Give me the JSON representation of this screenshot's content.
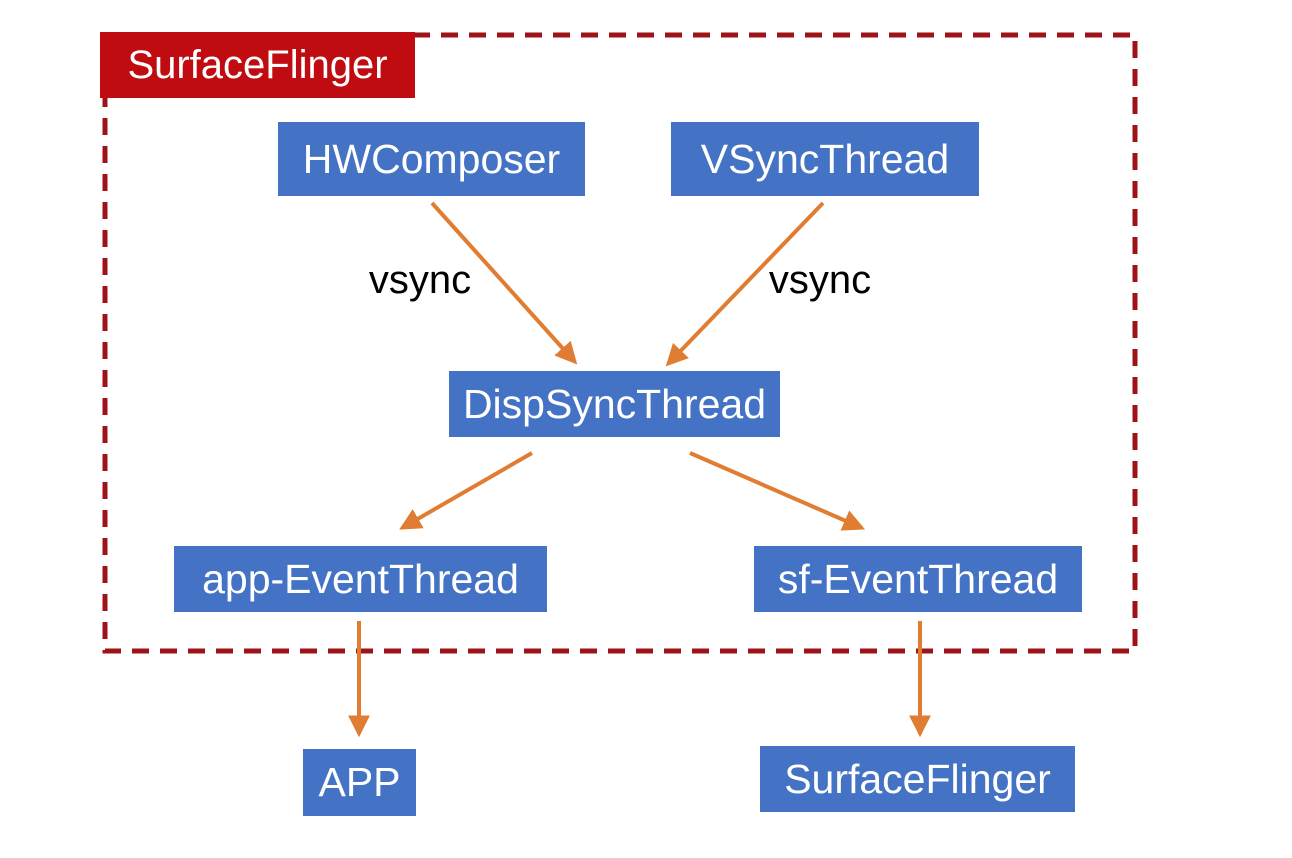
{
  "diagram": {
    "container_label": "SurfaceFlinger",
    "nodes": [
      {
        "id": "hwcomposer",
        "label": "HWComposer"
      },
      {
        "id": "vsyncthread",
        "label": "VSyncThread"
      },
      {
        "id": "dispsyncthread",
        "label": "DispSyncThread"
      },
      {
        "id": "app-eventthread",
        "label": "app-EventThread"
      },
      {
        "id": "sf-eventthread",
        "label": "sf-EventThread"
      },
      {
        "id": "app",
        "label": "APP"
      },
      {
        "id": "surfaceflinger-out",
        "label": "SurfaceFlinger"
      }
    ],
    "edges": [
      {
        "from": "HWComposer",
        "to": "DispSyncThread",
        "label": "vsync"
      },
      {
        "from": "VSyncThread",
        "to": "DispSyncThread",
        "label": "vsync"
      },
      {
        "from": "DispSyncThread",
        "to": "app-EventThread",
        "label": ""
      },
      {
        "from": "DispSyncThread",
        "to": "sf-EventThread",
        "label": ""
      },
      {
        "from": "app-EventThread",
        "to": "APP",
        "label": ""
      },
      {
        "from": "sf-EventThread",
        "to": "SurfaceFlinger",
        "label": ""
      }
    ],
    "colors": {
      "background": "#ffffff",
      "node_fill": "#4472c4",
      "node_text": "#ffffff",
      "container_label_fill": "#c00c11",
      "container_label_text": "#ffffff",
      "container_border": "#9e1318",
      "arrow": "#e07d33",
      "edge_label_text": "#000000"
    }
  }
}
